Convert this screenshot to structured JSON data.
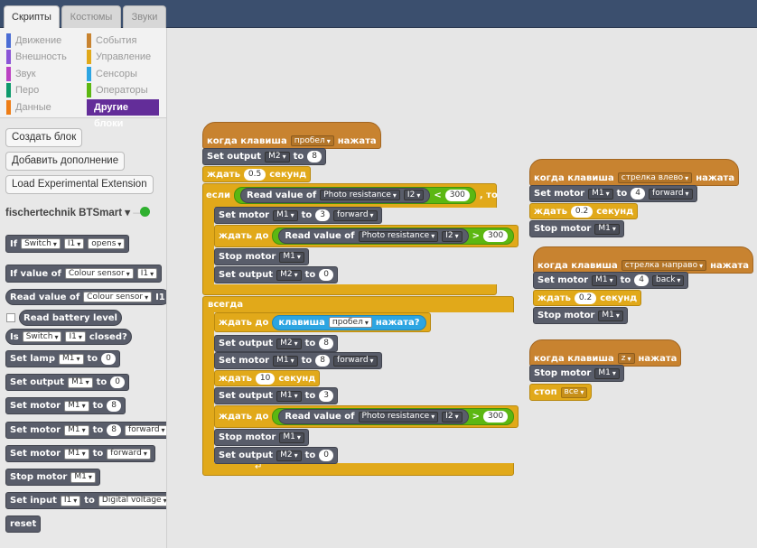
{
  "tabs": [
    "Скрипты",
    "Костюмы",
    "Звуки"
  ],
  "categories": {
    "left": [
      "Движение",
      "Внешность",
      "Звук",
      "Перо",
      "Данные"
    ],
    "right": [
      "События",
      "Управление",
      "Сенсоры",
      "Операторы",
      "Другие блоки"
    ],
    "left_colors": [
      "#4a6cd4",
      "#8a55d7",
      "#bb42c3",
      "#0e9a6c",
      "#ee7d16"
    ],
    "right_colors": [
      "#c88330",
      "#e1a91a",
      "#2ca5e2",
      "#5cb712",
      "#632d99"
    ]
  },
  "palette_buttons": {
    "make_block": "Создать блок",
    "add_extension": "Добавить дополнение",
    "load_experimental": "Load Experimental Extension"
  },
  "extension": {
    "title": "fischertechnik BTSmart",
    "status_color": "#2fb02f"
  },
  "palette_blocks": {
    "if": "If",
    "switch": "Switch",
    "i1": "I1",
    "opens": "opens",
    "if_value_of": "If value of",
    "colour_sensor": "Colour sensor",
    "read_value_of": "Read value of",
    "read_battery": "Read battery level",
    "is": "Is",
    "closed": "closed?",
    "set_lamp": "Set lamp",
    "m1": "M1",
    "to": "to",
    "zero": "0",
    "set_output": "Set output",
    "set_motor": "Set motor",
    "eight": "8",
    "forward": "forward",
    "stop_motor": "Stop motor",
    "set_input": "Set input",
    "digital_voltage": "Digital voltage",
    "reset": "reset"
  },
  "script": {
    "when_key": "когда клавиша",
    "pressed": "нажата",
    "space": "пробел",
    "set_output": "Set output",
    "m2": "M2",
    "to": "to",
    "eight": "8",
    "zero": "0",
    "wait": "ждать",
    "seconds": "секунд",
    "wait_05": "0.5",
    "if_label": "если",
    "then": ", то",
    "read_value_of": "Read value of",
    "photo_resistance": "Photo resistance",
    "i2": "I2",
    "lt": "<",
    "gt": ">",
    "three_hundred": "300",
    "set_motor": "Set motor",
    "m1": "M1",
    "three": "3",
    "forward": "forward",
    "wait_until": "ждать до",
    "stop_motor": "Stop motor",
    "forever": "всегда",
    "key": "клавиша",
    "pressed_q": "нажата?",
    "ten": "10"
  },
  "script2": {
    "when_key": "когда клавиша",
    "pressed": "нажата",
    "arrow_left": "стрелка влево",
    "set_motor": "Set motor",
    "m1": "M1",
    "to": "to",
    "four": "4",
    "forward": "forward",
    "wait": "ждать",
    "wait_02": "0.2",
    "seconds": "секунд",
    "stop_motor": "Stop motor"
  },
  "script3": {
    "arrow_right": "стрелка направо",
    "back": "back"
  },
  "script4": {
    "key_z": "z",
    "stop": "стоп",
    "all": "все"
  }
}
